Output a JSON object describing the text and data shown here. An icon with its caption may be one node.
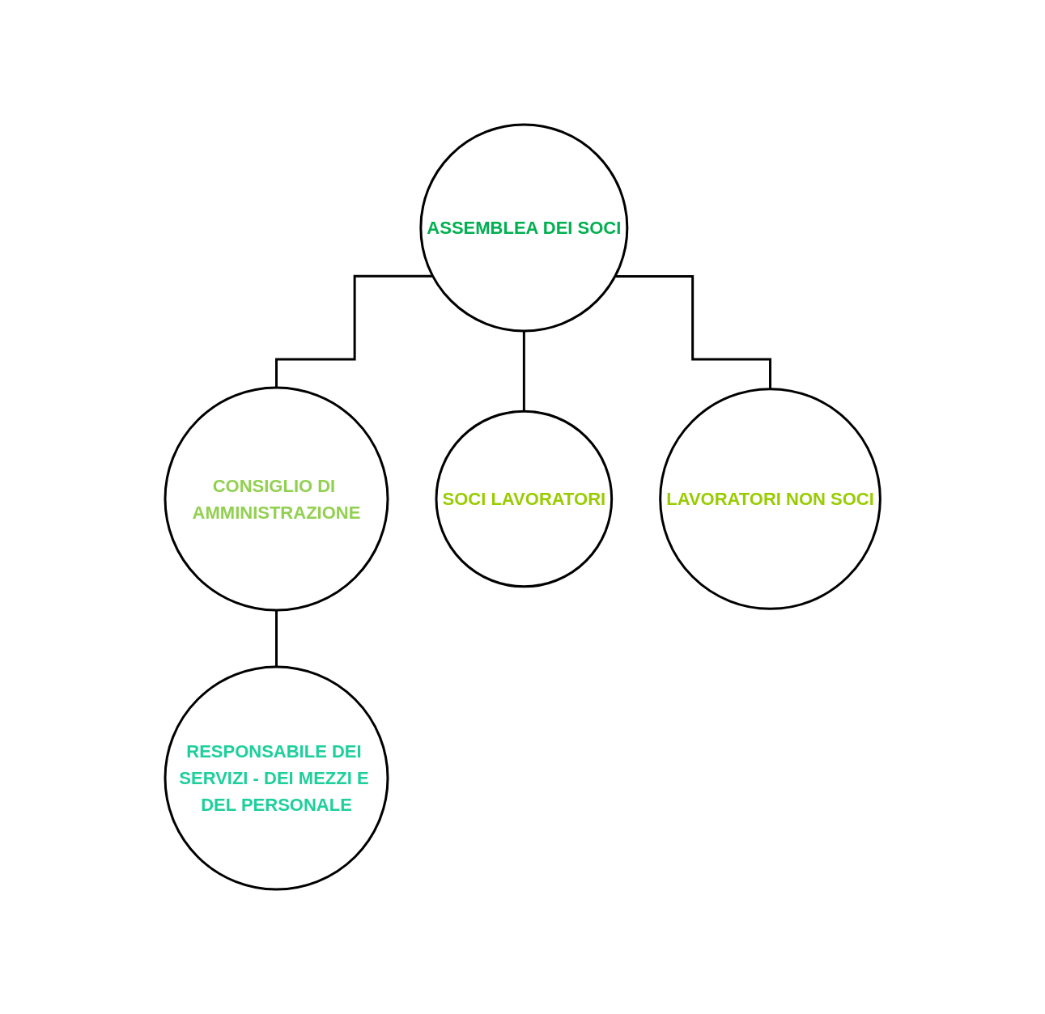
{
  "diagram": {
    "nodes": [
      {
        "text": [
          "ASSEMBLEA DEI SOCI"
        ]
      },
      {
        "text": [
          "CONSIGLIO DI AMMINISTRAZIONE"
        ]
      },
      {
        "text": [
          "RESPONSABILE DEI SERVIZI - DEI MEZZI E DEL PERSONALE"
        ]
      },
      {
        "text": [
          "SOCI LAVORATORI"
        ]
      },
      {
        "text": [
          "LAVORATORI NON SOCI"
        ]
      }
    ],
    "edges": [
      {
        "from": 0,
        "to": 1,
        "arrow": "none"
      },
      {
        "from": 1,
        "to": 2,
        "arrow": "none"
      },
      {
        "from": 0,
        "to": 3,
        "arrow": "none"
      },
      {
        "from": 0,
        "to": 4,
        "arrow": "none"
      }
    ]
  }
}
